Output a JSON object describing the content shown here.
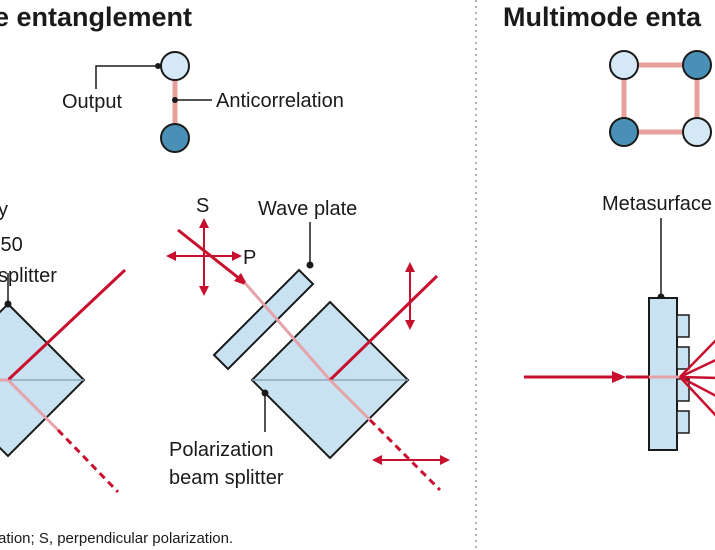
{
  "left_panel": {
    "title": "e entanglement",
    "node_labels": {
      "output": "Output",
      "anticorrelation": "Anticorrelation"
    },
    "beam_splitter_label": [
      "y",
      ":50",
      "splitter"
    ],
    "polarization_labels": {
      "s": "S",
      "p": "P"
    },
    "wave_plate_label": "Wave plate",
    "pbs_label": [
      "Polarization",
      "beam splitter"
    ]
  },
  "right_panel": {
    "title": "Multimode enta",
    "metasurface_label": "Metasurface"
  },
  "footnote": "ation; S, perpendicular polarization.",
  "colors": {
    "beam_red": "#c8102e",
    "link_pink": "#e8a09a",
    "node_light": "#d4e9f5",
    "node_dark": "#4a8fb5",
    "node_stroke": "#1a1a1a",
    "glass_fill": "#c9e2f1",
    "glass_stroke": "#1a1a1a",
    "divider": "#999999"
  }
}
